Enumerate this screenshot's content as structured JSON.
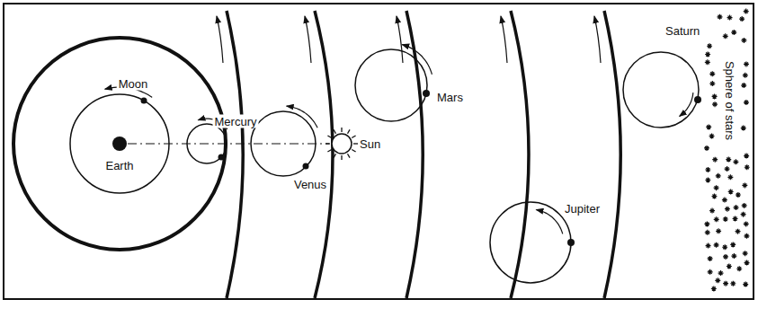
{
  "diagram": {
    "labels": [
      "Moon",
      "Earth",
      "Mercury",
      "Venus",
      "Sun",
      "Mars",
      "Jupiter",
      "Saturn",
      "Sphere of stars"
    ]
  }
}
